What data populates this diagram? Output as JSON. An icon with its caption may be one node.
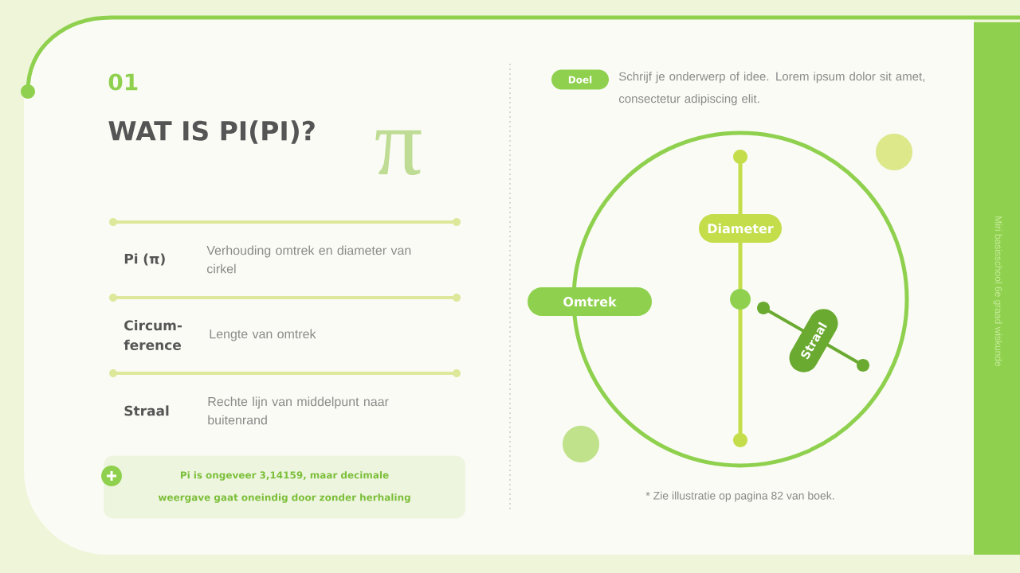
{
  "diagram": {
    "title": "WAT IS PI(PI)?",
    "nodes": [
      {
        "text": [
          "Doel"
        ],
        "beside": [
          "Schrijf je onderwerp of idee. Lorem ipsum dolor sit amet, consectetur adipiscing elit."
        ]
      },
      {
        "text": [
          "Diameter"
        ]
      },
      {
        "text": [
          "Omtrek"
        ]
      },
      {
        "text": [
          "Straal"
        ]
      },
      {
        "text": [
          "Pi is ongeveer 3,14159, maar decimale weergave gaat oneindig door zonder herhaling"
        ]
      }
    ],
    "labels": [
      "01",
      "π",
      "Pi (π)",
      "Verhouding omtrek en diameter van cirkel",
      "Circum-ference",
      "Lengte van omtrek",
      "Straal",
      "Rechte lijn van middelpunt naar buitenrand",
      "* Zie illustratie op pagina 82 van boek.",
      "Miri basisschool 6e graad wiskunde"
    ]
  }
}
